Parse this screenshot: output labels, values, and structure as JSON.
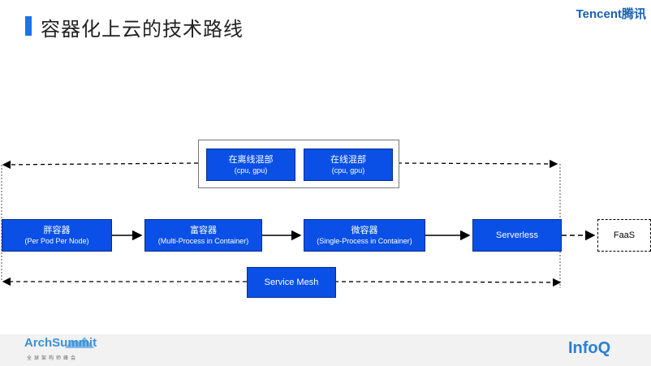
{
  "title": "容器化上云的技术路线",
  "brand": "Tencent腾讯",
  "top_boxes": [
    {
      "label": "在离线混部",
      "sub": "(cpu, gpu)"
    },
    {
      "label": "在线混部",
      "sub": "(cpu, gpu)"
    }
  ],
  "flow": [
    {
      "label": "胖容器",
      "sub": "(Per Pod Per Node)"
    },
    {
      "label": "富容器",
      "sub": "(Multi-Process in Container)"
    },
    {
      "label": "微容器",
      "sub": "(Single-Process in Container)"
    },
    {
      "label": "Serverless",
      "sub": ""
    }
  ],
  "faas": "FaaS",
  "service_mesh": "Service Mesh",
  "footer": {
    "archsummit": "ArchSummit",
    "archsummit_sub": "全球架构师峰会",
    "infoq": "InfoQ"
  },
  "colors": {
    "accent": "#1a73e8",
    "box_fill": "#0a50e6",
    "brand": "#1a5fb4"
  }
}
